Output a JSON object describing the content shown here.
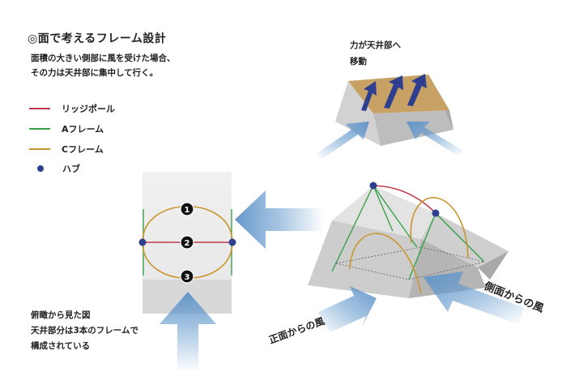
{
  "title": "◎面で考えるフレーム設計",
  "subtitle": {
    "line1": "面積の大きい側部に風を受けた場合、",
    "line2": "その力は天井部に集中して行く。"
  },
  "legend": [
    {
      "label": "リッジポール",
      "color": "#c0394b",
      "kind": "line"
    },
    {
      "label": "Aフレーム",
      "color": "#3aa14a",
      "kind": "line"
    },
    {
      "label": "Cフレーム",
      "color": "#c9962e",
      "kind": "line"
    },
    {
      "label": "ハブ",
      "color": "#2e3f8f",
      "kind": "dot"
    }
  ],
  "top_note": {
    "line1": "力が天井部へ",
    "line2": "移動"
  },
  "plan_view": {
    "markers": [
      "1",
      "2",
      "3"
    ],
    "note_line1": "俯瞰から見た図",
    "note_line2": "天井部分は3本のフレームで",
    "note_line3": "構成されている"
  },
  "labels": {
    "front_wind": "正面からの風",
    "side_wind": "側面からの風"
  },
  "colors": {
    "ridge": "#c0394b",
    "a_frame": "#3aa14a",
    "c_frame": "#c9962e",
    "hub": "#2e3f8f",
    "roof": "#c8a264",
    "arrow": "#6d9fd0"
  }
}
